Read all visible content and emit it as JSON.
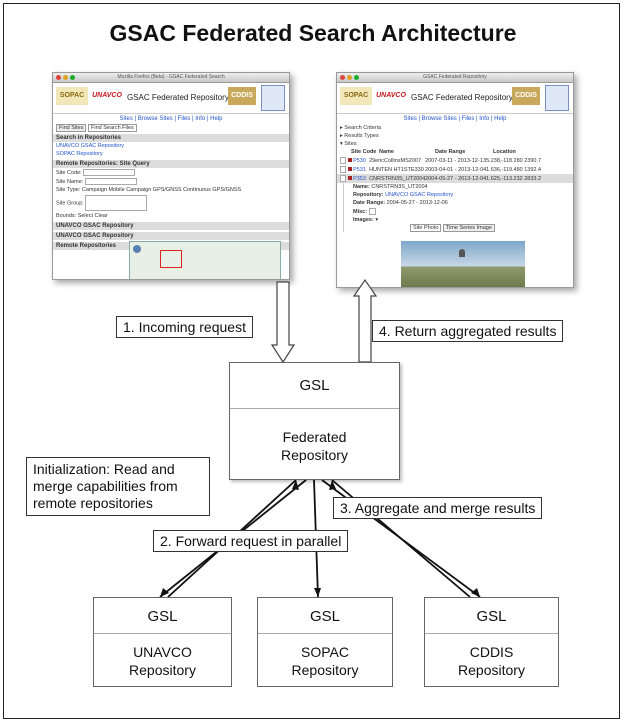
{
  "title": "GSAC Federated Search Architecture",
  "left_screenshot": {
    "window_title": "Mozilla Firefox (Beta) - GSAC Federated Search",
    "logos": [
      "SOPAC",
      "UNAVCO",
      "CDDIS"
    ],
    "header_title": "GSAC Federated Repository",
    "nav": "Sites | Browse Sites | Files | Info | Help",
    "tabs": [
      "Find Sites",
      "Find Search Files"
    ],
    "lines": [
      {
        "kind": "sec",
        "text": "Search in Repositories"
      },
      {
        "kind": "link",
        "text": "UNAVCO GSAC Repository"
      },
      {
        "kind": "link",
        "text": "SOPAC Repository"
      },
      {
        "kind": "sec",
        "text": "Remote Repositories: Site Query"
      },
      {
        "kind": "field",
        "text": "Site Code:"
      },
      {
        "kind": "field",
        "text": "Site Name:"
      },
      {
        "kind": "plain",
        "text": "Site Type:  Campaign  Mobile  Campaign GPS/GNSS  Continuous GPS/GNSS"
      },
      {
        "kind": "field",
        "text": "Site Group:"
      },
      {
        "kind": "plain",
        "text": "Bounds:  Select  Clear"
      },
      {
        "kind": "sec",
        "text": "UNAVCO GSAC Repository"
      },
      {
        "kind": "sec",
        "text": "UNAVCO GSAC Repository"
      },
      {
        "kind": "sec",
        "text": "Remote Repositories"
      }
    ]
  },
  "right_screenshot": {
    "window_title": "GSAC Federated Repository",
    "logos": [
      "SOPAC",
      "UNAVCO",
      "CDDIS"
    ],
    "header_title": "GSAC Federated Repository",
    "nav": "Sites | Browse Sites | Files | Info | Help",
    "toggles": [
      "Search Criteria",
      "Results Types",
      "Sites"
    ],
    "columns": [
      "Site Code",
      "Name",
      "Date Range",
      "Location"
    ],
    "rows": [
      [
        "P530",
        "29ericCollinsMS2007",
        "2007-03-11 - 2013-12-13",
        "35.238,-118.280 2390.7"
      ],
      [
        "P531",
        "HUNTEN HT1STE330",
        "2003-04-01 - 2013-12-08",
        "41.636,-119.480 1392.4"
      ],
      [
        "P353",
        "CNRSTRN3S_UT2004",
        "2004-05-27 - 2013-12-06",
        "41.625,-113.232 2833.2"
      ]
    ],
    "detail": {
      "name_label": "Name:",
      "name_value": "CNRSTRN3S_UT2004",
      "repo_label": "Repository:",
      "repo_value": "UNAVCO GSAC Repository",
      "date_label": "Date Range:",
      "date_value": "2004-05-27 - 2013-12-06",
      "misc_label": "Misc:",
      "images_label": "Images:",
      "image_tabs": [
        "Site Photo",
        "Time Series Image"
      ]
    }
  },
  "gsl_top": {
    "top": "GSL",
    "bottom_line1": "Federated",
    "bottom_line2": "Repository"
  },
  "labels": {
    "incoming": "1. Incoming request",
    "return": "4. Return aggregated results",
    "init_line1": "Initialization: Read and",
    "init_line2": "merge capabilities from",
    "init_line3": "remote repositories",
    "forward": "2. Forward request in parallel",
    "aggregate": "3. Aggregate and merge results"
  },
  "repos": [
    {
      "top": "GSL",
      "line1": "UNAVCO",
      "line2": "Repository"
    },
    {
      "top": "GSL",
      "line1": "SOPAC",
      "line2": "Repository"
    },
    {
      "top": "GSL",
      "line1": "CDDIS",
      "line2": "Repository"
    }
  ]
}
